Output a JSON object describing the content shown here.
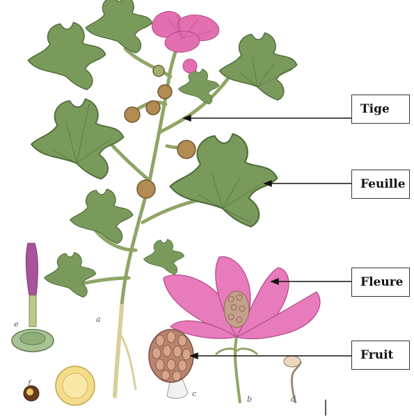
{
  "labels": {
    "tige": "Tige",
    "feuille": "Feuille",
    "fleure": "Fleure",
    "fruit": "Fruit"
  },
  "figure_letters": {
    "a": "a",
    "b": "b",
    "c": "c",
    "d": "d",
    "e": "e",
    "f": "f"
  },
  "colors": {
    "leaf": "#7a9a5c",
    "leaf_dark": "#4f6e3a",
    "petal": "#e26fb0",
    "petal_light": "#f2a6d2",
    "stem": "#a8b77a",
    "fruit": "#b9846e",
    "seed": "#e8c864"
  }
}
